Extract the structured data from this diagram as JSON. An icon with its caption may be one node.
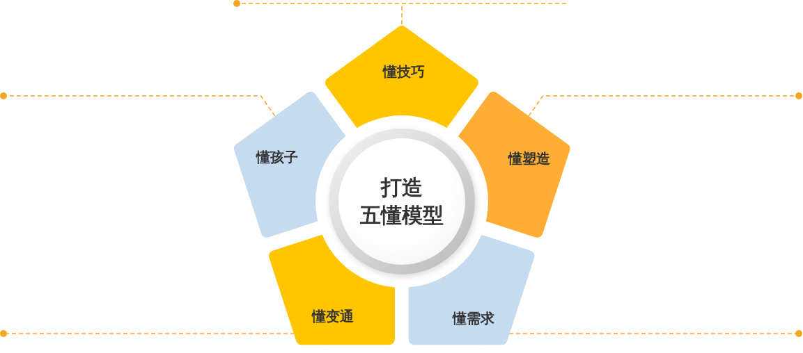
{
  "diagram": {
    "nodes": [
      {
        "text": [
          "懂技巧"
        ]
      },
      {
        "text": [
          "懂孩子"
        ]
      },
      {
        "text": [
          "懂塑造"
        ]
      },
      {
        "text": [
          "打造五懂模型"
        ]
      },
      {
        "text": [
          "懂变通"
        ]
      },
      {
        "text": [
          "懂需求"
        ]
      }
    ],
    "edges": [
      {
        "from": 0,
        "to": null,
        "arrow": "other",
        "style": "dashed"
      },
      {
        "from": 1,
        "to": null,
        "arrow": "other",
        "style": "dashed"
      },
      {
        "from": 2,
        "to": null,
        "arrow": "other",
        "style": "dashed"
      },
      {
        "from": 4,
        "to": null,
        "arrow": "other",
        "style": "dashed"
      },
      {
        "from": 5,
        "to": null,
        "arrow": "other",
        "style": "dashed"
      }
    ]
  }
}
